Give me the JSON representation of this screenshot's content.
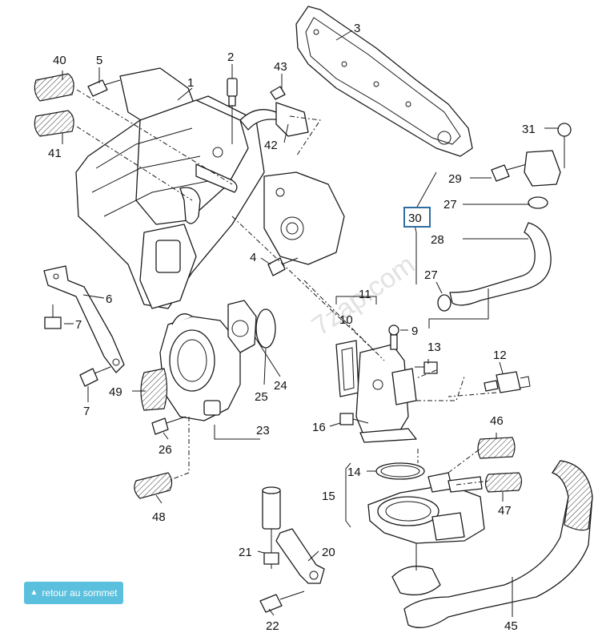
{
  "watermark": "7zap.com",
  "callouts": {
    "c40": "40",
    "c5": "5",
    "c2": "2",
    "c1": "1",
    "c43": "43",
    "c3": "3",
    "c41": "41",
    "c42": "42",
    "c31": "31",
    "c29": "29",
    "c27a": "27",
    "c30": "30",
    "c28": "28",
    "c4": "4",
    "c6": "6",
    "c7a": "7",
    "c27b": "27",
    "c11": "11",
    "c10": "10",
    "c9": "9",
    "c13": "13",
    "c12": "12",
    "c49": "49",
    "c7b": "7",
    "c25": "25",
    "c24": "24",
    "c16": "16",
    "c26": "26",
    "c23": "23",
    "c46": "46",
    "c14": "14",
    "c15": "15",
    "c48": "48",
    "c47": "47",
    "c21": "21",
    "c20": "20",
    "c22": "22",
    "c45": "45"
  },
  "back_to_top": {
    "icon": "chevron-up-icon",
    "label": "retour au sommet"
  },
  "colors": {
    "button_bg": "#5bc0de",
    "highlight_border": "#2e6da4",
    "line": "#1a1a1a"
  }
}
